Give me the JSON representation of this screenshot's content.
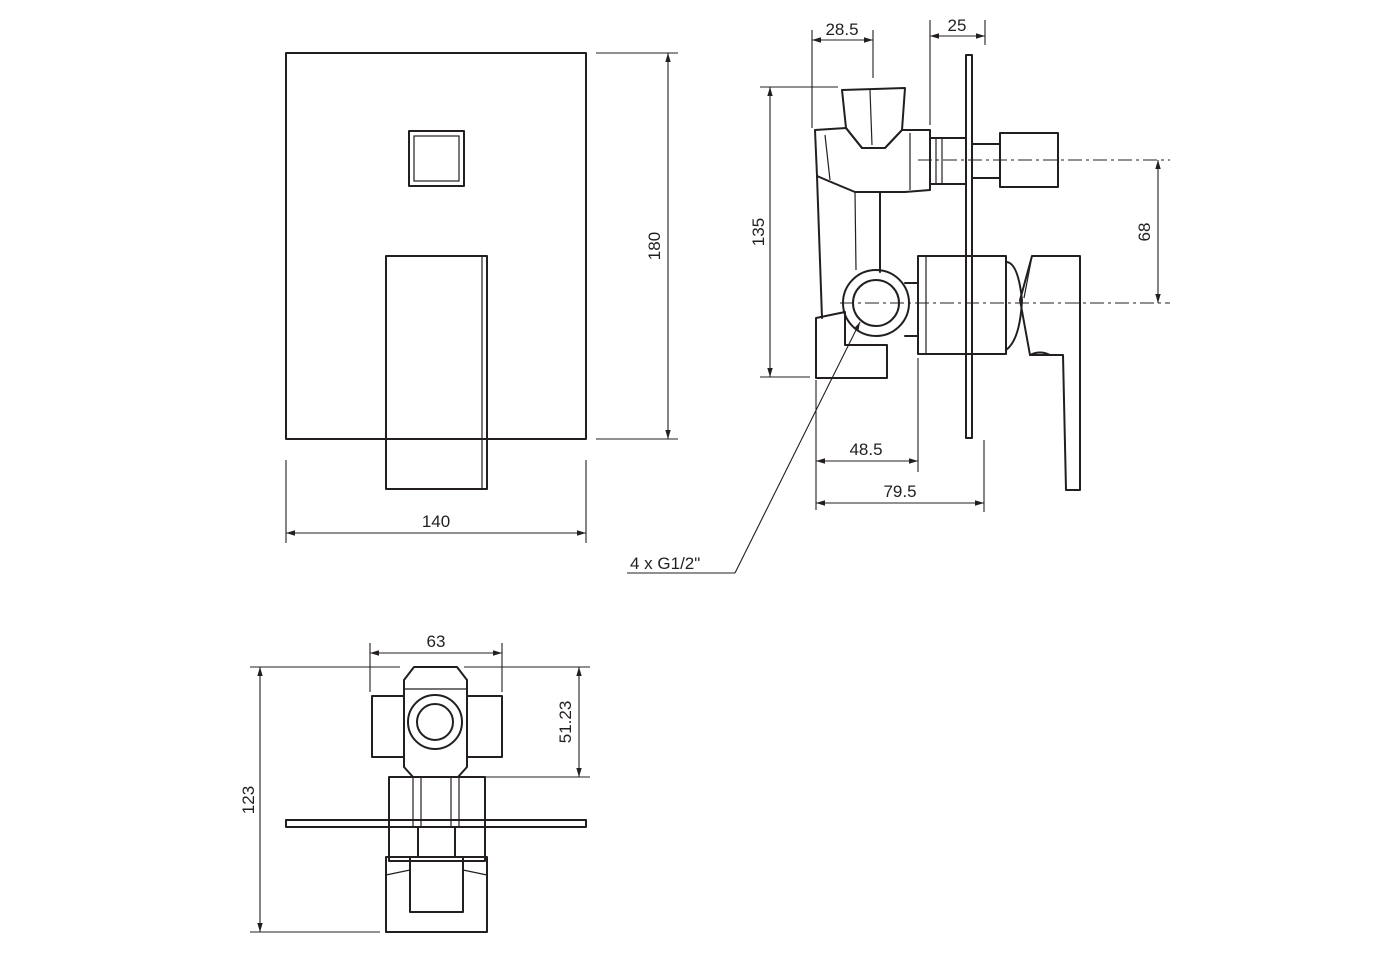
{
  "front_view": {
    "width_label": "140",
    "height_label": "180"
  },
  "side_view": {
    "d_28_5": "28.5",
    "d_25": "25",
    "d_135": "135",
    "d_68": "68",
    "d_48_5": "48.5",
    "d_79_5": "79.5",
    "connection_note": "4 x G1/2\""
  },
  "top_view": {
    "d_63": "63",
    "d_51_23": "51.23",
    "d_123": "123"
  },
  "colors": {
    "line": "#231f20",
    "background": "#ffffff"
  }
}
